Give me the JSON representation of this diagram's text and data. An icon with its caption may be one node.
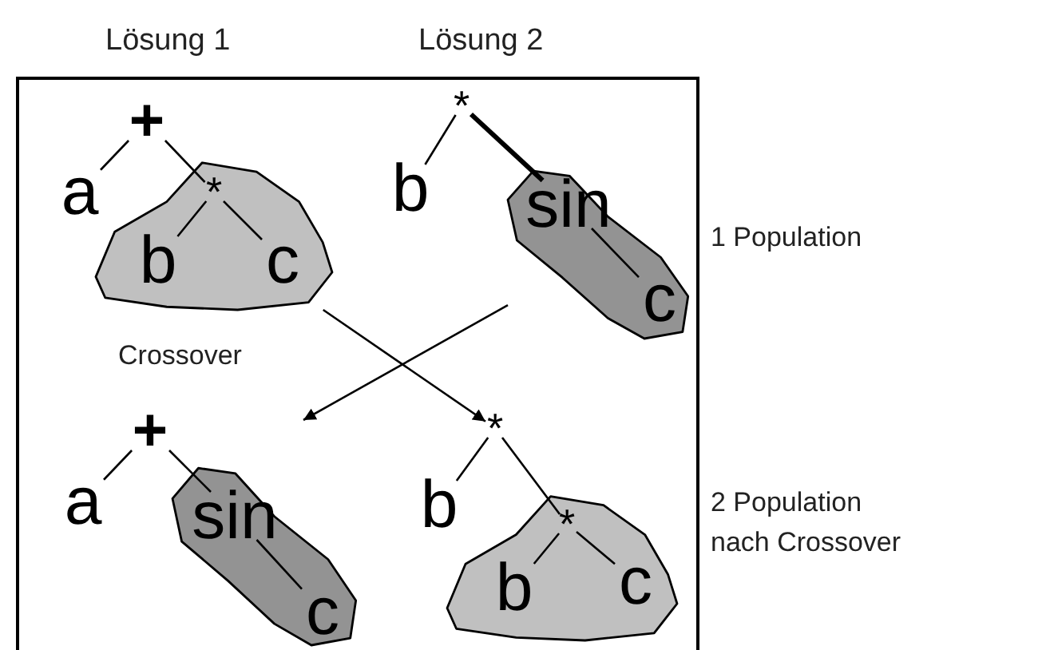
{
  "diagram": {
    "nodes": [
      {
        "text": [],
        "shape": "box"
      },
      {
        "text": [
          "+"
        ],
        "in": 0
      },
      {
        "text": [
          "a"
        ],
        "in": 0
      },
      {
        "text": [],
        "shape": "blob",
        "in": 0
      },
      {
        "text": [
          "*"
        ],
        "in": 3
      },
      {
        "text": [
          "b"
        ],
        "in": 3
      },
      {
        "text": [
          "c"
        ],
        "in": 3
      },
      {
        "text": [
          "*"
        ],
        "in": 0
      },
      {
        "text": [
          "b"
        ],
        "in": 0
      },
      {
        "text": [],
        "shape": "blob",
        "in": 0
      },
      {
        "text": [
          "sin"
        ],
        "in": 9
      },
      {
        "text": [
          "c"
        ],
        "in": 9
      },
      {
        "text": [
          "+"
        ],
        "in": 0
      },
      {
        "text": [
          "a"
        ],
        "in": 0
      },
      {
        "text": [],
        "shape": "blob",
        "in": 0
      },
      {
        "text": [
          "sin"
        ],
        "in": 14
      },
      {
        "text": [
          "c"
        ],
        "in": 14
      },
      {
        "text": [
          "*"
        ],
        "in": 0
      },
      {
        "text": [
          "b"
        ],
        "in": 0
      },
      {
        "text": [],
        "shape": "blob",
        "in": 0
      },
      {
        "text": [
          "*"
        ],
        "in": 19
      },
      {
        "text": [
          "b"
        ],
        "in": 19
      },
      {
        "text": [
          "c"
        ],
        "in": 19
      }
    ],
    "edges": [
      {
        "from": 1,
        "to": 2,
        "arrow": "none"
      },
      {
        "from": 1,
        "to": 4,
        "arrow": "none"
      },
      {
        "from": 4,
        "to": 5,
        "arrow": "none"
      },
      {
        "from": 4,
        "to": 6,
        "arrow": "none"
      },
      {
        "from": 7,
        "to": 8,
        "arrow": "none"
      },
      {
        "from": 7,
        "to": 10,
        "arrow": "none",
        "style": "thick"
      },
      {
        "from": 10,
        "to": 11,
        "arrow": "none"
      },
      {
        "from": 12,
        "to": 13,
        "arrow": "none"
      },
      {
        "from": 12,
        "to": 15,
        "arrow": "none"
      },
      {
        "from": 15,
        "to": 16,
        "arrow": "none"
      },
      {
        "from": 17,
        "to": 18,
        "arrow": "none"
      },
      {
        "from": 17,
        "to": 20,
        "arrow": "none"
      },
      {
        "from": 20,
        "to": 21,
        "arrow": "none"
      },
      {
        "from": 20,
        "to": 22,
        "arrow": "none"
      },
      {
        "from": 3,
        "to": 17,
        "arrow": "to"
      },
      {
        "from": 9,
        "to": null,
        "arrow": "to"
      }
    ],
    "labels": [
      "Lösung 1",
      "Lösung 2",
      "1 Population",
      "Crossover",
      "2 Population nach Crossover"
    ]
  }
}
